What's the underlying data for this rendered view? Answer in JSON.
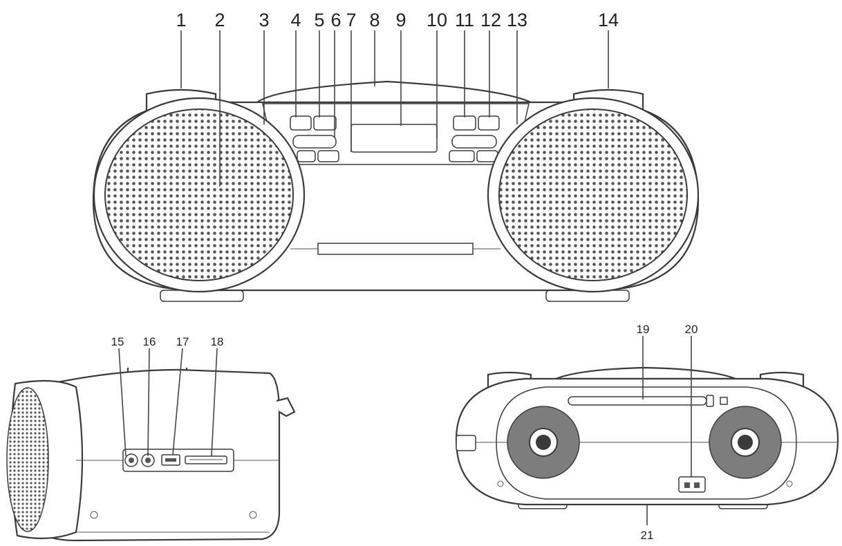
{
  "callouts": {
    "front": [
      "1",
      "2",
      "3",
      "4",
      "5",
      "6",
      "7",
      "8",
      "9",
      "10",
      "11",
      "12",
      "13",
      "14"
    ],
    "side": [
      "15",
      "16",
      "17",
      "18"
    ],
    "rear": [
      "19",
      "20",
      "21"
    ]
  },
  "colors": {
    "line": "#3a3a3a",
    "speaker_cone": "#7d7d7d"
  }
}
